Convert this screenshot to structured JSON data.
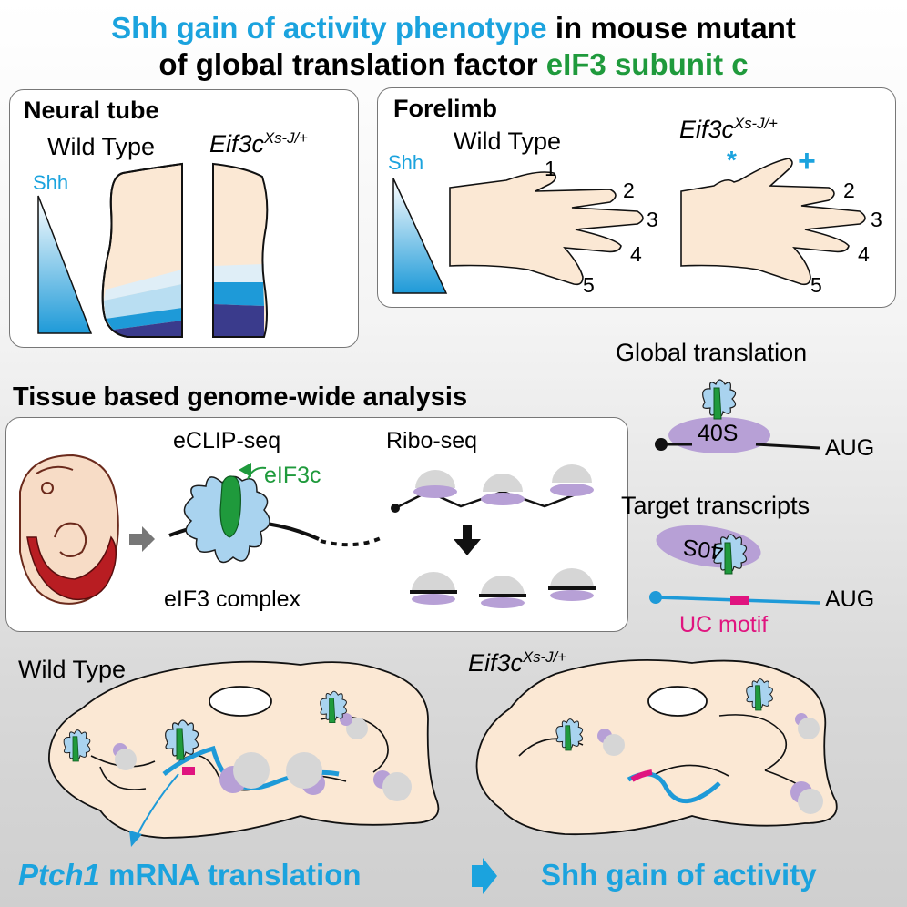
{
  "title": {
    "line1_blue": "Shh gain of activity phenotype",
    "line1_black": "in mouse mutant",
    "line2_black": "of global translation factor",
    "line2_green": "eIF3 subunit c"
  },
  "genotype": {
    "base": "Eif3c",
    "sup": "Xs-J/+"
  },
  "neural_tube": {
    "heading": "Neural tube",
    "wt_label": "Wild Type",
    "shh": "Shh"
  },
  "forelimb": {
    "heading": "Forelimb",
    "wt_label": "Wild Type",
    "shh": "Shh",
    "digits": [
      "1",
      "2",
      "3",
      "4",
      "5"
    ],
    "asterisk": "*",
    "plus": "+"
  },
  "translation": {
    "global_label": "Global translation",
    "target_label": "Target transcripts",
    "subunit": "40S",
    "aug": "AUG",
    "uc_motif": "UC motif"
  },
  "analysis": {
    "heading": "Tissue based genome-wide analysis",
    "eclip": "eCLIP-seq",
    "eif3c": "eIF3c",
    "complex": "eIF3 complex",
    "ribo": "Ribo-seq"
  },
  "cells": {
    "wt_label": "Wild Type"
  },
  "bottom": {
    "gene": "Ptch1",
    "rest": " mRNA translation",
    "outcome": "Shh gain of activity"
  },
  "colors": {
    "accent_blue": "#1ba3de",
    "eif3c_green": "#1f9a3c",
    "motif_pink": "#e0147f",
    "ribosome_purple": "#b7a0d6",
    "cell_beige": "#fbe8d4"
  }
}
